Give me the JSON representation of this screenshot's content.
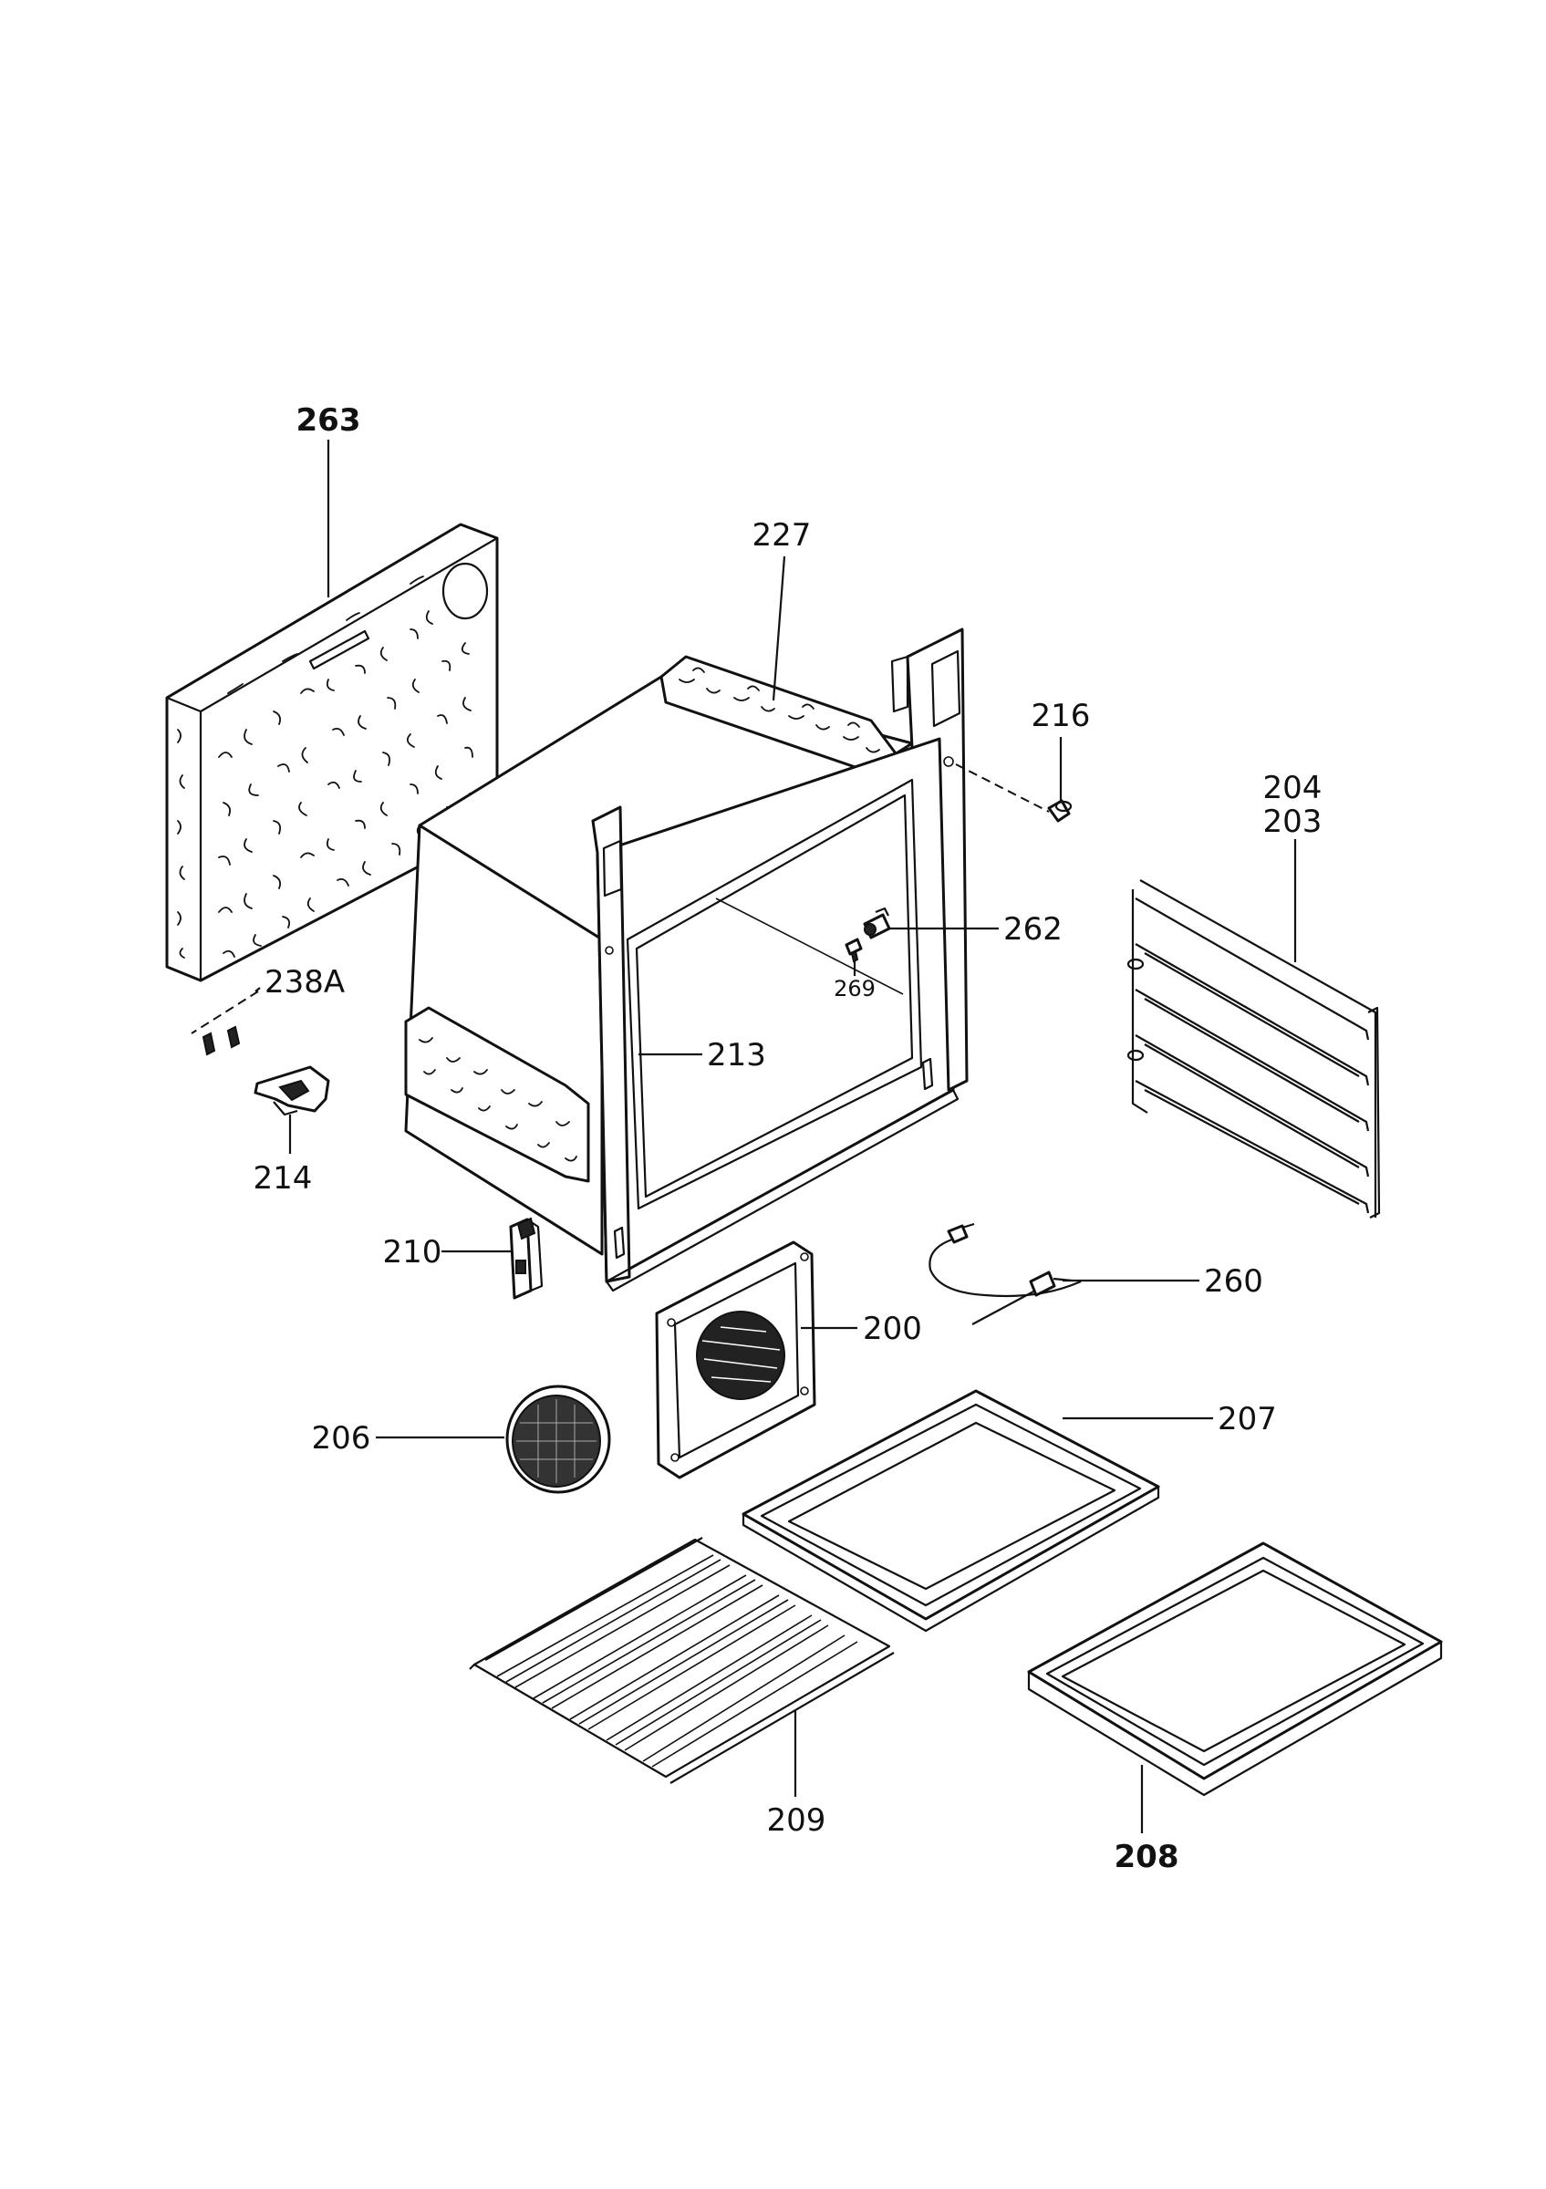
{
  "callouts": {
    "p263": "263",
    "p227": "227",
    "p216": "216",
    "p204": "204",
    "p203": "203",
    "p262": "262",
    "p269": "269",
    "p238A": "238A",
    "p213": "213",
    "p214": "214",
    "p210": "210",
    "p260": "260",
    "p200": "200",
    "p206": "206",
    "p207": "207",
    "p209": "209",
    "p208": "208"
  }
}
